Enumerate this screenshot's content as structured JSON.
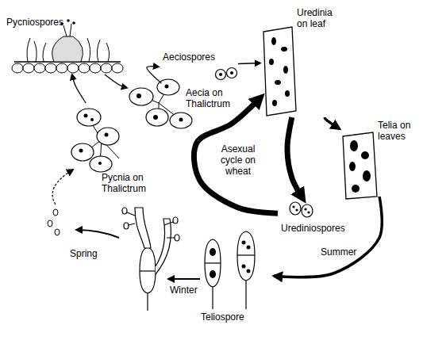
{
  "diagram": {
    "nodes": [
      {
        "text": [
          "Pycniospores"
        ]
      },
      {
        "text": [
          "Aeciospores"
        ]
      },
      {
        "text": [
          "Uredinia on leaf"
        ]
      },
      {
        "text": [
          "Telia on leaves"
        ]
      },
      {
        "text": [
          "Aecia on Thalictrum"
        ]
      },
      {
        "text": [
          "Pycnia on Thalictrum"
        ]
      },
      {
        "text": [
          "Urediniospores"
        ]
      },
      {
        "text": [
          "Teliospore"
        ]
      }
    ],
    "edges": [
      {
        "from": 5,
        "to": 0,
        "arrow": "to"
      },
      {
        "from": 0,
        "to": 4,
        "arrow": "to"
      },
      {
        "from": 4,
        "to": 1,
        "arrow": "to"
      },
      {
        "from": 1,
        "to": 2,
        "arrow": "to"
      },
      {
        "from": 2,
        "to": 3,
        "arrow": "to"
      },
      {
        "from": 3,
        "to": 7,
        "arrow": "to",
        "label": "Summer"
      },
      {
        "from": 2,
        "to": 6,
        "arrow": "to"
      },
      {
        "from": 6,
        "to": 2,
        "arrow": "to"
      }
    ],
    "labels": [
      "Asexual cycle on wheat",
      "Spring",
      "Winter"
    ]
  }
}
